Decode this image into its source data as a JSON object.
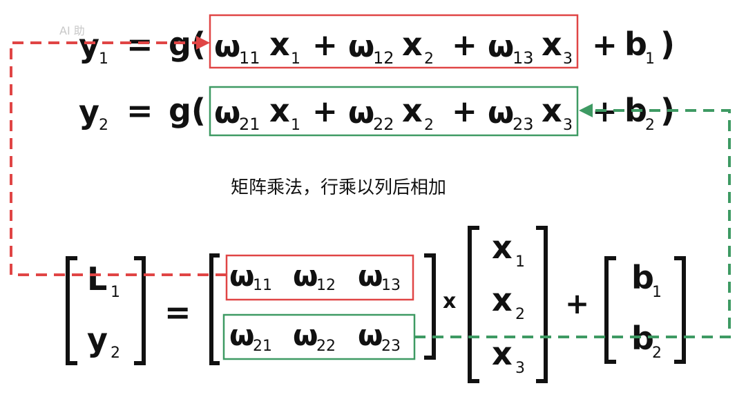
{
  "watermark": "AI 助",
  "equations": {
    "eq1": {
      "y": "y",
      "y_sub": "1",
      "eq": "=",
      "g": "g(",
      "w1": "ω",
      "w1_sub": "11",
      "x1": "x",
      "x1_sub": "1",
      "plus1": "+",
      "w2": "ω",
      "w2_sub": "12",
      "x2": "x",
      "x2_sub": "2",
      "plus2": "+",
      "w3": "ω",
      "w3_sub": "13",
      "x3": "x",
      "x3_sub": "3",
      "plus3": "+",
      "b": "b",
      "b_sub": "1",
      "close": ")"
    },
    "eq2": {
      "y": "y",
      "y_sub": "2",
      "eq": "=",
      "g": "g(",
      "w1": "ω",
      "w1_sub": "21",
      "x1": "x",
      "x1_sub": "1",
      "plus1": "+",
      "w2": "ω",
      "w2_sub": "22",
      "x2": "x",
      "x2_sub": "2",
      "plus2": "+",
      "w3": "ω",
      "w3_sub": "23",
      "x3": "x",
      "x3_sub": "3",
      "plus3": "+",
      "b": "b",
      "b_sub": "2",
      "close": ")"
    }
  },
  "caption": "矩阵乘法，行乘以列后相加",
  "matrix": {
    "lhs": [
      {
        "sym": "L",
        "sub": "1"
      },
      {
        "sym": "y",
        "sub": "2"
      }
    ],
    "equals": "=",
    "weights": [
      [
        {
          "sym": "ω",
          "sub": "11"
        },
        {
          "sym": "ω",
          "sub": "12"
        },
        {
          "sym": "ω",
          "sub": "13"
        }
      ],
      [
        {
          "sym": "ω",
          "sub": "21"
        },
        {
          "sym": "ω",
          "sub": "22"
        },
        {
          "sym": "ω",
          "sub": "23"
        }
      ]
    ],
    "times": "x",
    "inputs": [
      {
        "sym": "x",
        "sub": "1"
      },
      {
        "sym": "x",
        "sub": "2"
      },
      {
        "sym": "x",
        "sub": "3"
      }
    ],
    "plus": "+",
    "biases": [
      {
        "sym": "b",
        "sub": "1"
      },
      {
        "sym": "b",
        "sub": "2"
      }
    ]
  },
  "colors": {
    "row1": "#e04545",
    "row2": "#3e9a63",
    "ink": "#111111"
  }
}
